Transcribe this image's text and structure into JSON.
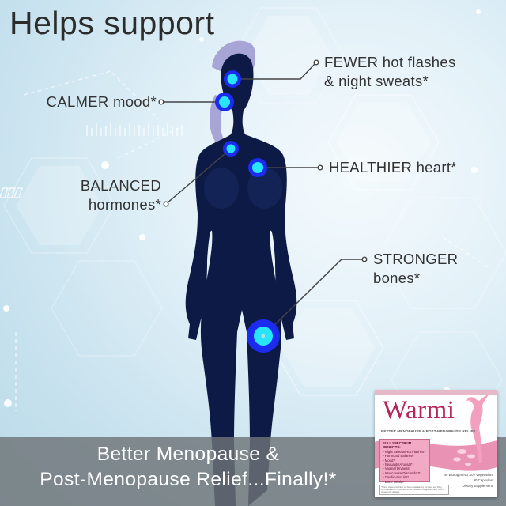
{
  "title": "Helps support",
  "colors": {
    "silhouette": "#0c1a45",
    "hair": "#a7a5d6",
    "glow_outer": "#1b2cf0",
    "glow_inner": "#27e6f7",
    "leader_line": "#444444",
    "banner": "#6e7478",
    "brand_pink": "#b3245c"
  },
  "benefits": [
    {
      "id": "hot-flashes",
      "lines": [
        "FEWER hot flashes",
        "& night sweats*"
      ],
      "side": "right"
    },
    {
      "id": "mood",
      "lines": [
        "CALMER mood*"
      ],
      "side": "left"
    },
    {
      "id": "hormones",
      "lines": [
        "BALANCED",
        "hormones*"
      ],
      "side": "left"
    },
    {
      "id": "heart",
      "lines": [
        "HEALTHIER heart*"
      ],
      "side": "right"
    },
    {
      "id": "bones",
      "lines": [
        "STRONGER",
        "bones*"
      ],
      "side": "right"
    }
  ],
  "banner": {
    "line1": "Better Menopause &",
    "line2": "Post-Menopause Relief...Finally!*"
  },
  "product": {
    "brand": "Warmi",
    "tagline": "BETTER MENOPAUSE & POST-MENOPAUSE RELIEF",
    "benefits_header": "FULL SPECTRUM BENEFITS:",
    "benefits_list": [
      "• Night Sweats/Hot Flashes*",
      "• Hormonal Balance*",
      "• Mood*",
      "• Sexuality/Arousal*",
      "• Vaginal Dryness*",
      "• Intercourse Discomfort*",
      "• Cardiovascular*",
      "• Bone Health*"
    ],
    "attributes": "No Estrogen   No Soy   Vegetarian",
    "count": "90 Capsules",
    "type": "Dietary Supplement",
    "disclaimer": "*These statements have not been evaluated by the Food and Drug Administration. This product is not intended to diagnose, treat, cure or prevent any disease."
  }
}
